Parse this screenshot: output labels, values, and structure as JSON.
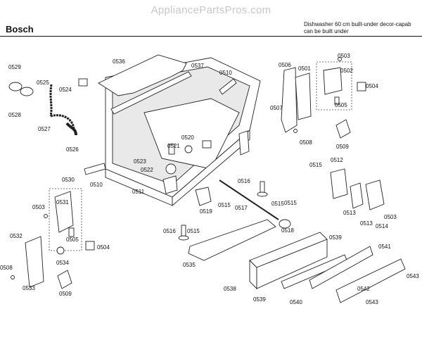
{
  "header": {
    "watermark": "AppliancePartsPros.com",
    "brand": "Bosch",
    "model_line1": "Dishwasher 60 cm built-under decor-capab",
    "model_line2": "can be built under"
  },
  "parts": [
    {
      "id": "0529",
      "label": "0529"
    },
    {
      "id": "0528",
      "label": "0528"
    },
    {
      "id": "0525",
      "label": "0525"
    },
    {
      "id": "0524",
      "label": "0524"
    },
    {
      "id": "0536",
      "label": "0536"
    },
    {
      "id": "0537",
      "label": "0537"
    },
    {
      "id": "0510a",
      "label": "0510"
    },
    {
      "id": "0506",
      "label": "0506"
    },
    {
      "id": "0501",
      "label": "0501"
    },
    {
      "id": "0503a",
      "label": "0503"
    },
    {
      "id": "0502",
      "label": "0502"
    },
    {
      "id": "0504a",
      "label": "0504"
    },
    {
      "id": "0505a",
      "label": "0505"
    },
    {
      "id": "0507",
      "label": "0507"
    },
    {
      "id": "0508a",
      "label": "0508"
    },
    {
      "id": "0509a",
      "label": "0509"
    },
    {
      "id": "0527",
      "label": "0527"
    },
    {
      "id": "0526",
      "label": "0526"
    },
    {
      "id": "0520",
      "label": "0520"
    },
    {
      "id": "0521",
      "label": "0521"
    },
    {
      "id": "0523",
      "label": "0523"
    },
    {
      "id": "0522",
      "label": "0522"
    },
    {
      "id": "0510b",
      "label": "0510"
    },
    {
      "id": "0511",
      "label": "0511"
    },
    {
      "id": "0530",
      "label": "0530"
    },
    {
      "id": "0531",
      "label": "0531"
    },
    {
      "id": "0503b",
      "label": "0503"
    },
    {
      "id": "0505b",
      "label": "0505"
    },
    {
      "id": "0504b",
      "label": "0504"
    },
    {
      "id": "0532",
      "label": "0532"
    },
    {
      "id": "0534",
      "label": "0534"
    },
    {
      "id": "0508b",
      "label": "0508"
    },
    {
      "id": "0533",
      "label": "0533"
    },
    {
      "id": "0509b",
      "label": "0509"
    },
    {
      "id": "0516a",
      "label": "0516"
    },
    {
      "id": "0515a",
      "label": "0515"
    },
    {
      "id": "0519",
      "label": "0519"
    },
    {
      "id": "0515b",
      "label": "0515"
    },
    {
      "id": "0517",
      "label": "0517"
    },
    {
      "id": "0515c",
      "label": "0515"
    },
    {
      "id": "0518",
      "label": "0518"
    },
    {
      "id": "0516b",
      "label": "0516"
    },
    {
      "id": "0515d",
      "label": "0515"
    },
    {
      "id": "0535",
      "label": "0535"
    },
    {
      "id": "0515e",
      "label": "0515"
    },
    {
      "id": "0512",
      "label": "0512"
    },
    {
      "id": "0513a",
      "label": "0513"
    },
    {
      "id": "0513b",
      "label": "0513"
    },
    {
      "id": "0503c",
      "label": "0503"
    },
    {
      "id": "0514",
      "label": "0514"
    },
    {
      "id": "0539a",
      "label": "0539"
    },
    {
      "id": "0541",
      "label": "0541"
    },
    {
      "id": "0538",
      "label": "0538"
    },
    {
      "id": "0539b",
      "label": "0539"
    },
    {
      "id": "0540",
      "label": "0540"
    },
    {
      "id": "0542",
      "label": "0542"
    },
    {
      "id": "0543a",
      "label": "0543"
    },
    {
      "id": "0543b",
      "label": "0543"
    }
  ]
}
